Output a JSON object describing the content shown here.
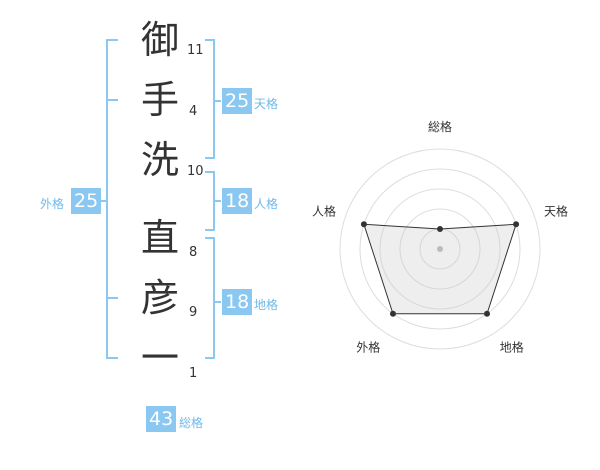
{
  "name": {
    "chars": [
      {
        "char": "御",
        "strokes": "11"
      },
      {
        "char": "手",
        "strokes": "4"
      },
      {
        "char": "洗",
        "strokes": "10"
      },
      {
        "char": "直",
        "strokes": "8"
      },
      {
        "char": "彦",
        "strokes": "9"
      },
      {
        "char": "一",
        "strokes": "1"
      }
    ]
  },
  "fortunes": {
    "tenkaku": {
      "value": "25",
      "label": "天格"
    },
    "jinkaku": {
      "value": "18",
      "label": "人格"
    },
    "chikaku": {
      "value": "18",
      "label": "地格"
    },
    "gaikaku": {
      "value": "25",
      "label": "外格"
    },
    "soukaku": {
      "value": "43",
      "label": "総格"
    }
  },
  "colors": {
    "accent": "#8ac8f2",
    "accent_text": "#6fb8eb",
    "line": "#8ac8f2"
  },
  "chart_data": {
    "type": "radar",
    "axes": [
      "総格",
      "天格",
      "地格",
      "外格",
      "人格"
    ],
    "values": [
      1,
      4,
      4,
      4,
      4
    ],
    "rmax": 5,
    "grid": true
  }
}
